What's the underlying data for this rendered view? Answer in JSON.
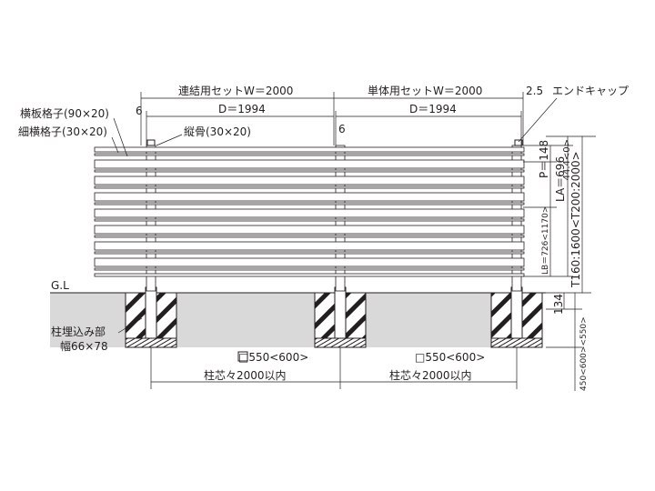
{
  "labels": {
    "set_connected": "連結用セットW＝2000",
    "set_single": "単体用セットW＝2000",
    "offset_left": "6",
    "offset_mid": "6",
    "offset_right": "2.5",
    "end_cap": "エンドキャップ",
    "depth_left": "D＝1994",
    "depth_right": "D＝1994",
    "horizontal_board": "横板格子(90×20)",
    "thin_lattice": "細横格子(30×20)",
    "vertical_bone": "縦骨(30×20)",
    "top_dim": "44.4<0>",
    "pitch": "P＝148",
    "la": "LA＝696",
    "lb": "LB＝726<1170>",
    "total_height": "T160:1600<T200:2000>",
    "ground_line": "G.L",
    "embed_title": "柱埋込み部",
    "embed_width": "幅66×78",
    "dim_134": "134",
    "footing_left": "□550<600>",
    "footing_right": "□550<600>",
    "pitch_left": "柱芯々2000以内",
    "pitch_right": "柱芯々2000以内",
    "depth_footing": "450<600><550>"
  },
  "colors": {
    "line": "#231f20",
    "ground": "#d9d9d9",
    "concrete": "#ffffff"
  }
}
